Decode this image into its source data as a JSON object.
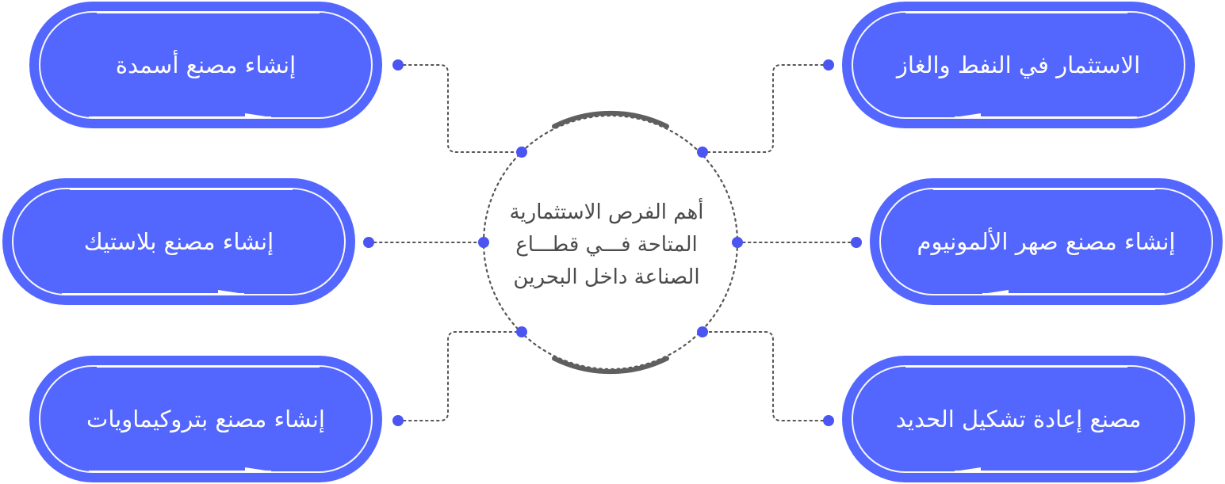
{
  "center": {
    "lines": [
      "أهم الفرص الاستثمارية",
      "المتاحة فـــي قطـــاع",
      "الصناعة داخل البحرين"
    ]
  },
  "nodes": {
    "top_left": "إنشاء مصنع أسمدة",
    "middle_left": "إنشاء مصنع بلاستيك",
    "bottom_left": "إنشاء مصنع بتروكيماويات",
    "top_right": "الاستثمار في النفط والغاز",
    "middle_right": "إنشاء مصنع صهر الألمونيوم",
    "bottom_right": "مصنع إعادة تشكيل الحديد"
  },
  "colors": {
    "pill": "#5366fe",
    "dot": "#4a55f2",
    "arc": "#5f5f5f",
    "connector": "#555555",
    "text_dark": "#4b4b4b"
  }
}
